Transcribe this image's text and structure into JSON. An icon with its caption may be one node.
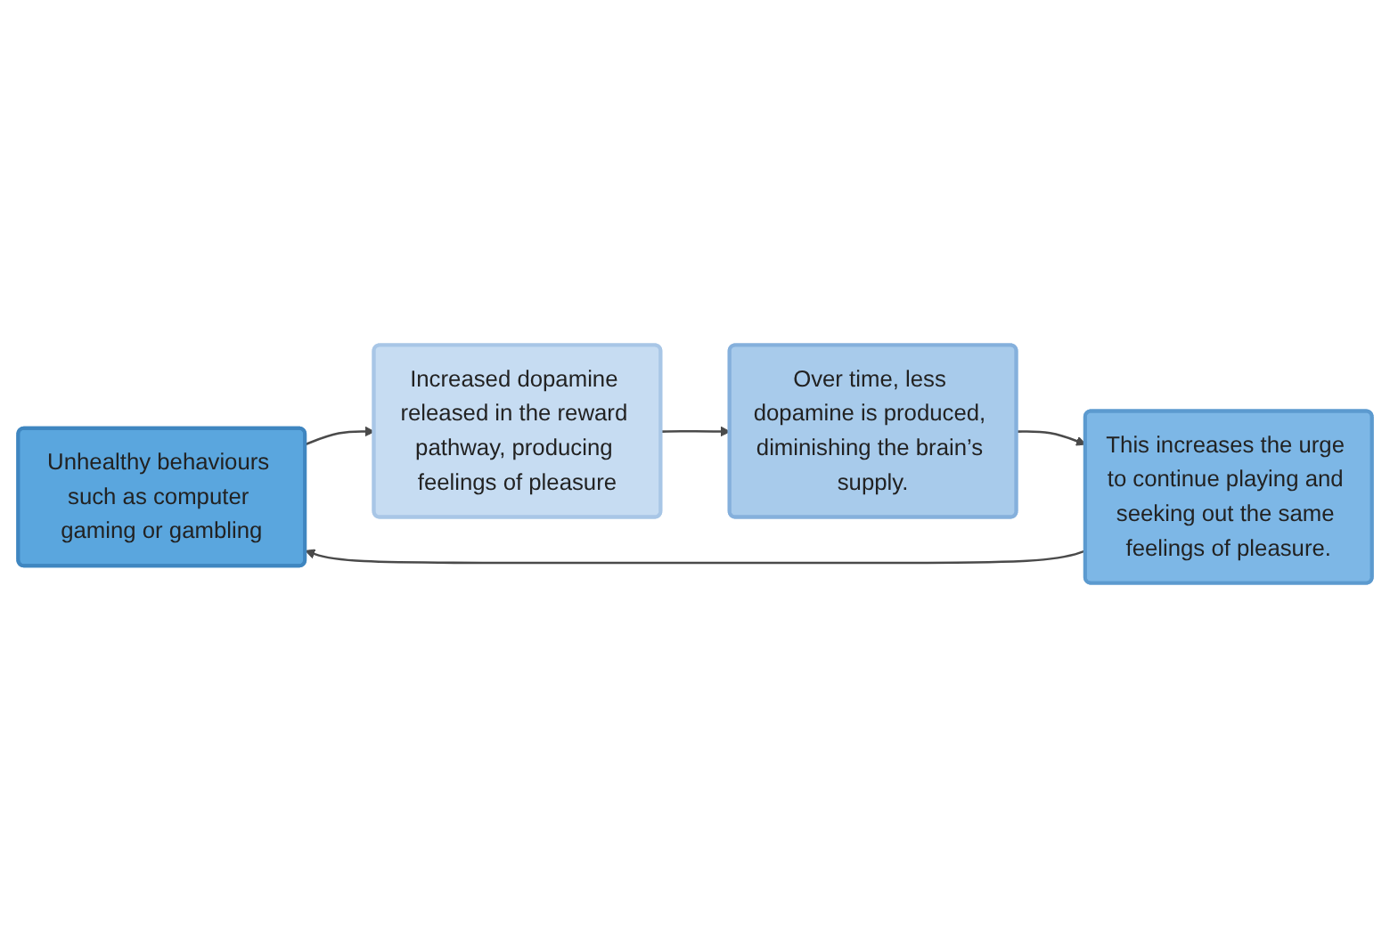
{
  "diagram": {
    "nodes": [
      {
        "text": [
          "Unhealthy behaviours such as computer gaming or gambling"
        ]
      },
      {
        "text": [
          "Increased dopamine released in the reward pathway, producing feelings of pleasure"
        ]
      },
      {
        "text": [
          "Over time, less dopamine is produced, diminishing the brain’s supply."
        ]
      },
      {
        "text": [
          "This increases the urge to continue playing and seeking out the same feelings of pleasure."
        ]
      }
    ],
    "edges": [
      {
        "from": 0,
        "to": 1,
        "arrow": "to"
      },
      {
        "from": 1,
        "to": 2,
        "arrow": "to"
      },
      {
        "from": 2,
        "to": 3,
        "arrow": "to"
      },
      {
        "from": 3,
        "to": 0,
        "arrow": "to"
      }
    ]
  }
}
